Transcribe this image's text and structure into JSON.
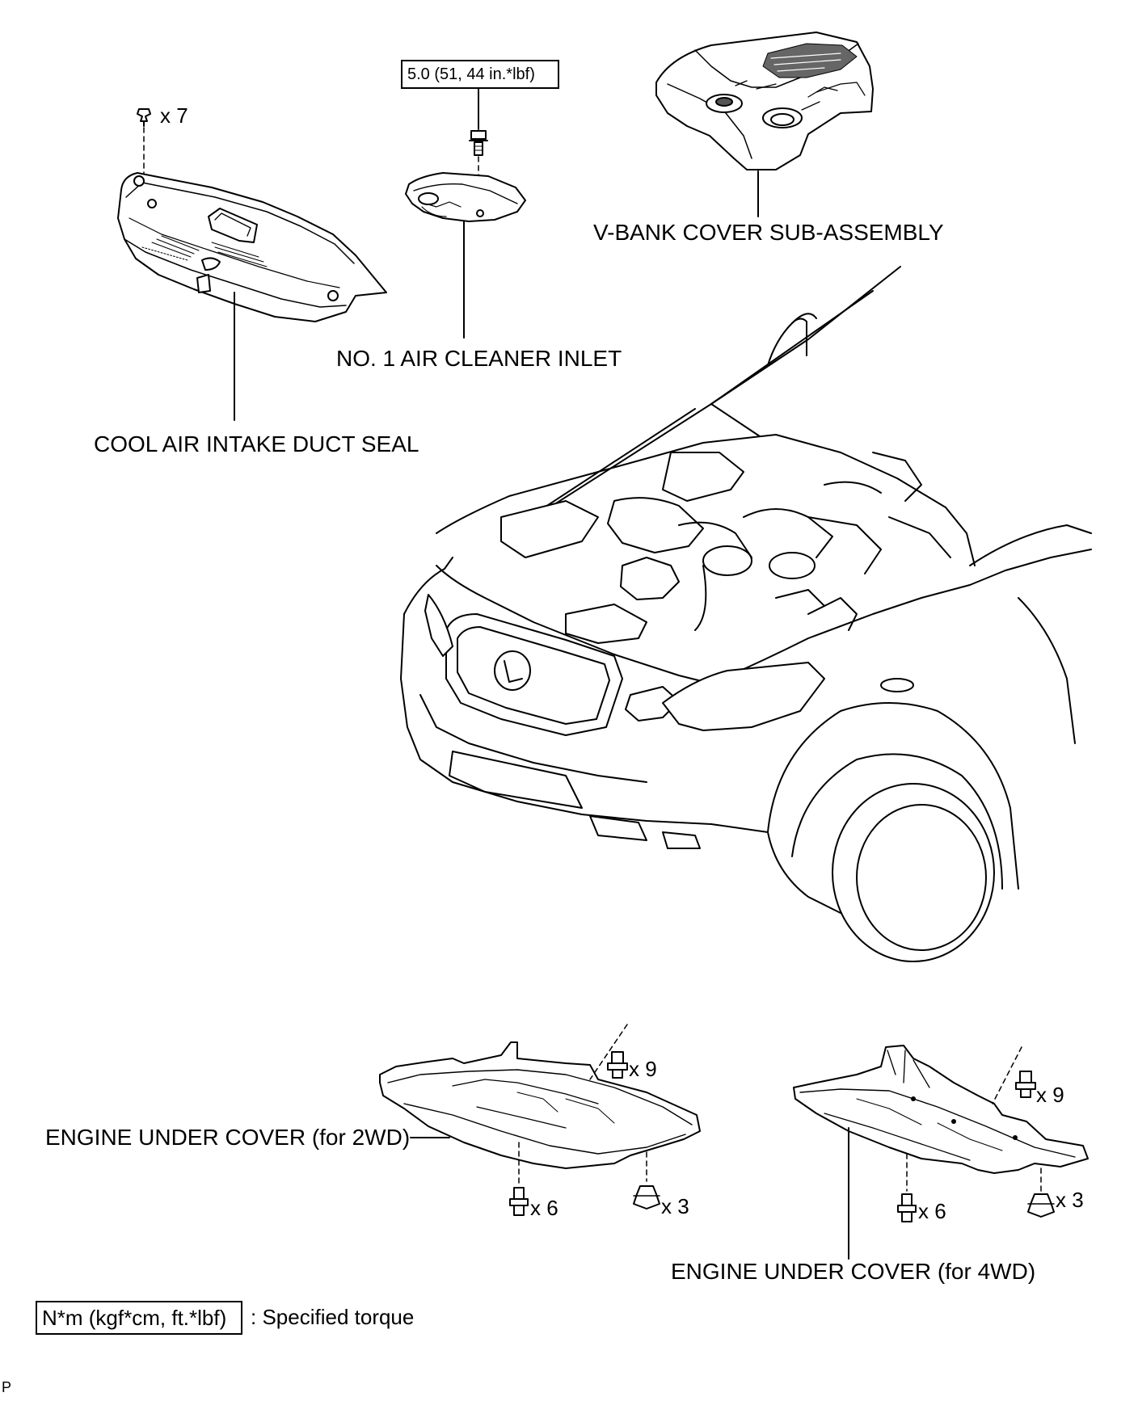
{
  "labels": {
    "cool_air_intake_duct_seal": "COOL AIR INTAKE DUCT SEAL",
    "no1_air_cleaner_inlet": "NO. 1 AIR CLEANER INLET",
    "v_bank_cover": "V-BANK COVER SUB-ASSEMBLY",
    "engine_under_cover_2wd": "ENGINE UNDER COVER (for 2WD)",
    "engine_under_cover_4wd": "ENGINE UNDER COVER (for 4WD)"
  },
  "torque": {
    "air_cleaner_bolt": "5.0 (51, 44 in.*lbf)"
  },
  "quantities": {
    "duct_seal_clips": "x 7",
    "uc2wd_top_bolts": "x 9",
    "uc2wd_bottom_bolts": "x 6",
    "uc2wd_clips": "x 3",
    "uc4wd_top_bolts": "x 9",
    "uc4wd_bottom_bolts": "x 6",
    "uc4wd_clips": "x 3"
  },
  "legend": {
    "box_text": "N*m (kgf*cm, ft.*lbf)",
    "description": ": Specified torque"
  },
  "corner_mark": "P"
}
